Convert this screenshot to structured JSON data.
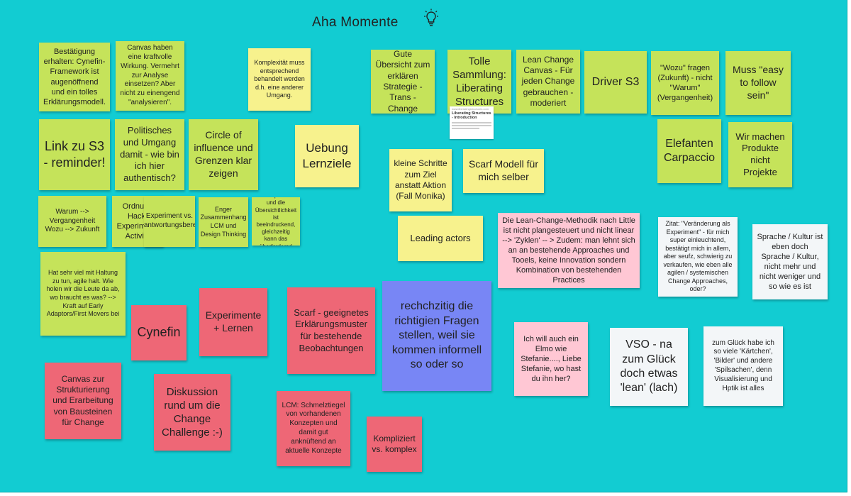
{
  "board": {
    "title": "Aha Momente",
    "icon": "lightbulb-icon"
  },
  "link_card": {
    "site": "www.liberatingstructures.com",
    "title": "Liberating Structures - Introduction"
  },
  "colors": {
    "background": "#12ccd2",
    "green": "#c5e35a",
    "yellow": "#f7f28d",
    "pink": "#ffc7d4",
    "red": "#ee6776",
    "white": "#f3f6f8",
    "blue": "#7886f5"
  },
  "notes": {
    "n1": "Bestätigung erhalten: Cynefin-Framework ist augenöffnend und ein tolles Erklärungsmodell.",
    "n2": "Canvas haben eine kraftvolle Wirkung. Vermehrt zur Analyse einsetzen? Aber nicht zu einengend \"analysieren\".",
    "n3": "Komplexität muss entsprechend behandelt werden d.h. eine anderer Umgang.",
    "n4": "Gute Übersicht zum erklären Strategie - Trans - Change",
    "n5": "Tolle Sammlung: Liberating Structures",
    "n6": "Lean Change Canvas - Für jeden Change gebrauchen - moderiert",
    "n7": "Driver S3",
    "n8": "\"Wozu\" fragen (Zukunft) - nicht \"Warum\" (Vergangenheit)",
    "n9": "Muss \"easy to follow sein\"",
    "n10": "Link zu S3 - reminder!",
    "n11": "Politisches und Umgang damit - wie bin ich hier authentisch?",
    "n12": "Circle of influence und Grenzen klar zeigen",
    "n13": "Uebung Lernziele",
    "n14": "kleine Schritte zum Ziel anstatt Aktion (Fall Monika)",
    "n15": "Scarf Modell für mich selber",
    "n16": "Elefanten Carpaccio",
    "n17": "Wir machen Produkte nicht Projekte",
    "n18": "Warum --> Vergangenheit Wozu --> Zukunft",
    "n19": "Ordnung Hack, Experiment, Activity",
    "n20": "Experiment vs. Verantwortungsbereich",
    "n21": "Enger Zusammenhang LCM und Design Thinking",
    "n22": "Die hohe Transparenz und die Übersichtlichkeit ist beeindruckend, gleichzeitig kann das überfordernd sein.",
    "n23": "Leading actors",
    "n24": "Die Lean-Change-Methodik nach Little ist nicht plangesteuert und nicht linear --> 'Zyklen'  -- > Zudem: man lehnt sich an an bestehende Approaches und Tooels, keine Innovation sondern Kombination von bestehenden Practices",
    "n25": "Zitat: \"Veränderung als Experiment\" - für mich super einleuchtend, bestätigt mich in allem, aber seufz, schwierig zu verkaufen, wie eben alle agilen / systemischen Change Approaches, oder?",
    "n26": "Sprache / Kultur ist eben doch Sprache / Kultur, nicht mehr und nicht weniger und so wie es ist",
    "n27": "Hat sehr viel mit Haltung zu tun, agile halt. Wie holen wir die Leute da ab, wo braucht es was? --> Kraft auf Early Adaptors/First Movers bei",
    "n28": "Cynefin",
    "n29": "Experimente + Lernen",
    "n30": "Scarf - geeignetes Erklärungsmuster für bestehende Beobachtungen",
    "n31": "rechchzitig die richtigien Fragen stellen, weil sie kommen informell so oder so",
    "n32": "Ich will auch ein Elmo wie Stefanie...., Liebe Stefanie, wo hast du ihn her?",
    "n33": "VSO - na zum Glück doch etwas 'lean' (lach)",
    "n34": "zum Glück habe ich so viele 'Kärtchen', 'Bilder' und andere 'Spilsachen', denn Visualisierung und Hptik ist alles",
    "n35": "Canvas zur Strukturierung und Erarbeitung von Bausteinen für Change",
    "n36": "Diskussion rund um die Change Challenge :-)",
    "n37": "LCM: Schmelztiegel von vorhandenen Konzepten und damit gut anknüftend an aktuelle Konzepte",
    "n38": "Kompliziert vs. komplex"
  }
}
